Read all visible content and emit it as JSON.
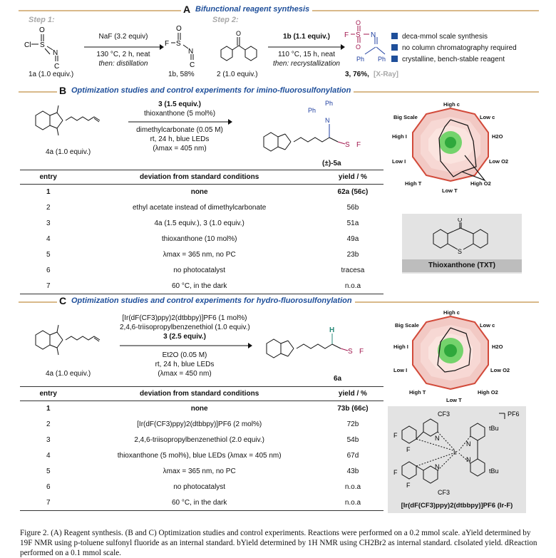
{
  "section_a": {
    "letter": "A",
    "title": "Bifunctional reagent synthesis",
    "step1": "Step 1:",
    "step2": "Step 2:",
    "reagent_1a": "1a (1.0 equiv.)",
    "cond1_line1": "NaF (3.2 equiv)",
    "cond1_line2": "130 °C, 2 h, neat",
    "cond1_line3": "then: distillation",
    "product_1b": "1b, 58%",
    "reagent_2": "2 (1.0 equiv.)",
    "cond2_line1": "1b (1.1 equiv.)",
    "cond2_line2": "110 °C, 15 h, neat",
    "cond2_line3": "then: recrystallization",
    "product_3": "3, 76%,",
    "xray": "[X-Ray]",
    "bullets": [
      "deca-mmol scale synthesis",
      "no column chromatography required",
      "crystalline, bench-stable reagent"
    ],
    "atoms": {
      "cl": "Cl",
      "f": "F",
      "s": "S",
      "n": "N",
      "o": "O",
      "c": "C",
      "ph": "Ph"
    }
  },
  "section_b": {
    "letter": "B",
    "title": "Optimization studies and control experiments for imino-fluorosulfonylation",
    "substrate": "4a (1.0 equiv.)",
    "cond_line1": "3 (1.5 equiv.)",
    "cond_line2": "thioxanthone (5 mol%)",
    "cond_line3": "dimethylcarbonate (0.05 M)",
    "cond_line4": "rt, 24 h, blue LEDs",
    "cond_line5": "(λmax = 405 nm)",
    "product": "(±)-5a",
    "headers": [
      "entry",
      "deviation from standard conditions",
      "yield / %"
    ],
    "rows": [
      {
        "entry": "1",
        "deviation": "none",
        "yield": "62a (56c)"
      },
      {
        "entry": "2",
        "deviation": "ethyl acetate instead of dimethylcarbonate",
        "yield": "56b"
      },
      {
        "entry": "3",
        "deviation": "4a (1.5 equiv.), 3 (1.0 equiv.)",
        "yield": "51a"
      },
      {
        "entry": "4",
        "deviation": "thioxanthone (10 mol%)",
        "yield": "49a"
      },
      {
        "entry": "5",
        "deviation": "λmax = 365 nm, no PC",
        "yield": "23b"
      },
      {
        "entry": "6",
        "deviation": "no photocatalyst",
        "yield": "tracesa"
      },
      {
        "entry": "7",
        "deviation": "60 °C, in the dark",
        "yield": "n.o.a"
      }
    ],
    "radar_labels": [
      "High c",
      "Low c",
      "H2O",
      "Low O2",
      "High O2",
      "Low T",
      "High T",
      "Low I",
      "High I",
      "Big Scale"
    ],
    "catalyst_label": "Thioxanthone (TXT)"
  },
  "section_c": {
    "letter": "C",
    "title": "Optimization studies and control experiments for hydro-fluorosulfonylation",
    "substrate": "4a (1.0 equiv.)",
    "cond_line1": "[Ir(dF(CF3)ppy)2(dtbbpy)]PF6 (1 mol%)",
    "cond_line2": "2,4,6-triisopropylbenzenethiol (1.0 equiv.)",
    "cond_line3": "3 (2.5 equiv.)",
    "cond_line4": "Et2O (0.05 M)",
    "cond_line5": "rt, 24 h, blue LEDs",
    "cond_line6": "(λmax = 450 nm)",
    "product": "6a",
    "headers": [
      "entry",
      "deviation from standard conditions",
      "yield / %"
    ],
    "rows": [
      {
        "entry": "1",
        "deviation": "none",
        "yield": "73b (66c)"
      },
      {
        "entry": "2",
        "deviation": "[Ir(dF(CF3)ppy)2(dtbbpy)]PF6 (2 mol%)",
        "yield": "72b"
      },
      {
        "entry": "3",
        "deviation": "2,4,6-triisopropylbenzenethiol (2.0 equiv.)",
        "yield": "54b"
      },
      {
        "entry": "4",
        "deviation": "thioxanthone (5 mol%), blue LEDs (λmax = 405 nm)",
        "yield": "67d"
      },
      {
        "entry": "5",
        "deviation": "λmax = 365 nm, no PC",
        "yield": "43b"
      },
      {
        "entry": "6",
        "deviation": "no photocatalyst",
        "yield": "n.o.a"
      },
      {
        "entry": "7",
        "deviation": "60 °C, in the dark",
        "yield": "n.o.a"
      }
    ],
    "radar_labels": [
      "High c",
      "Low c",
      "H2O",
      "Low O2",
      "High O2",
      "Low T",
      "High T",
      "Low I",
      "High I",
      "Big Scale"
    ],
    "catalyst_label": "[Ir(dF(CF3)ppy)2(dtbbpy)]PF6 (Ir-F)",
    "catalyst_atoms": {
      "cf3": "CF3",
      "pf6": "PF6",
      "tbu": "tBu",
      "ir": "Ir",
      "f": "F",
      "n": "N"
    }
  },
  "caption": "Figure 2. (A) Reagent synthesis. (B and C) Optimization studies and control experiments. Reactions were performed on a 0.2 mmol scale. aYield determined by 19F NMR using p-toluene sulfonyl fluoride as an internal standard. bYield determined by 1H NMR using CH2Br2 as internal standard. cIsolated yield. dReaction performed on a 0.1 mmol scale.",
  "colors": {
    "accent": "#1f4f9a",
    "rule": "#d9b98a",
    "sulfur_group": "#a0174e",
    "imine": "#1f3fa0"
  }
}
